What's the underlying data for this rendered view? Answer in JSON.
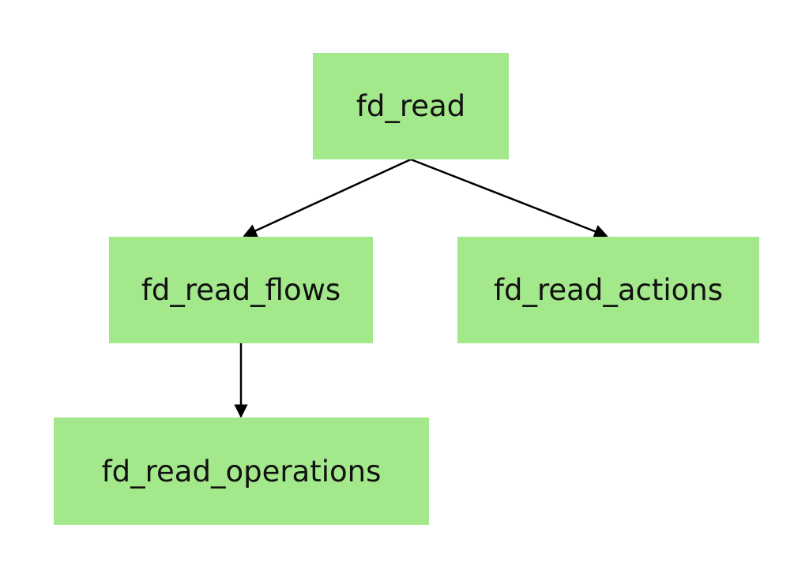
{
  "colors": {
    "node_fill": "#a3e88a",
    "node_text": "#111111",
    "edge": "#000000",
    "background": "#ffffff"
  },
  "nodes": {
    "root": {
      "label": "fd_read"
    },
    "flows": {
      "label": "fd_read_flows"
    },
    "actions": {
      "label": "fd_read_actions"
    },
    "operations": {
      "label": "fd_read_operations"
    }
  },
  "edges": [
    {
      "from": "root",
      "to": "flows"
    },
    {
      "from": "root",
      "to": "actions"
    },
    {
      "from": "flows",
      "to": "operations"
    }
  ]
}
